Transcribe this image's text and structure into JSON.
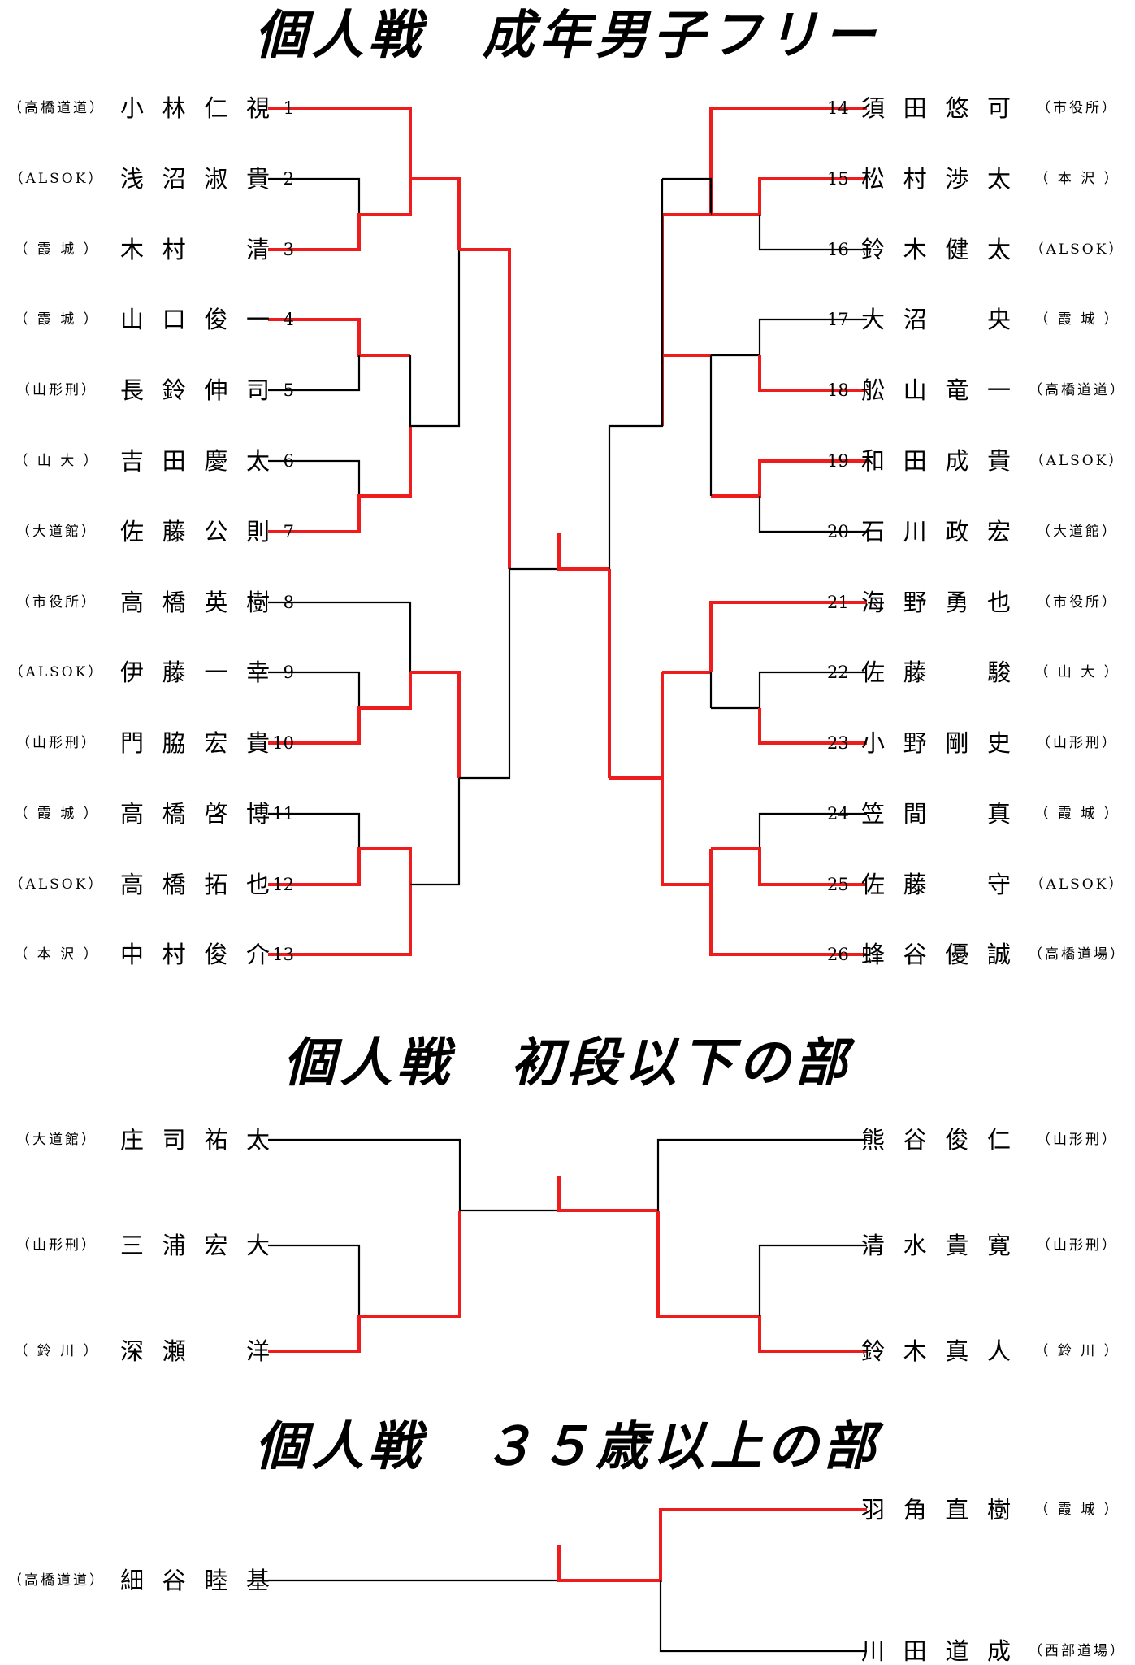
{
  "sections": [
    {
      "title": "個人戦　成年男子フリー",
      "left": [
        {
          "no": "1",
          "name": "小林仁視",
          "affiliation": "（高橋道道）"
        },
        {
          "no": "2",
          "name": "浅沼淑貴",
          "affiliation": "（ALSOK）"
        },
        {
          "no": "3",
          "name": "木村　清",
          "affiliation": "（ 霞 城 ）"
        },
        {
          "no": "4",
          "name": "山口俊一",
          "affiliation": "（ 霞 城 ）"
        },
        {
          "no": "5",
          "name": "長鈴伸司",
          "affiliation": "（山形刑）"
        },
        {
          "no": "6",
          "name": "吉田慶太",
          "affiliation": "（ 山 大 ）"
        },
        {
          "no": "7",
          "name": "佐藤公則",
          "affiliation": "（大道館）"
        },
        {
          "no": "8",
          "name": "高橋英樹",
          "affiliation": "（市役所）"
        },
        {
          "no": "9",
          "name": "伊藤一幸",
          "affiliation": "（ALSOK）"
        },
        {
          "no": "10",
          "name": "門脇宏貴",
          "affiliation": "（山形刑）"
        },
        {
          "no": "11",
          "name": "高橋啓博",
          "affiliation": "（ 霞 城 ）"
        },
        {
          "no": "12",
          "name": "高橋拓也",
          "affiliation": "（ALSOK）"
        },
        {
          "no": "13",
          "name": "中村俊介",
          "affiliation": "（ 本 沢 ）"
        }
      ],
      "right": [
        {
          "no": "14",
          "name": "須田悠可",
          "affiliation": "（市役所）"
        },
        {
          "no": "15",
          "name": "松村渉太",
          "affiliation": "（ 本 沢 ）"
        },
        {
          "no": "16",
          "name": "鈴木健太",
          "affiliation": "（ALSOK）"
        },
        {
          "no": "17",
          "name": "大沼　央",
          "affiliation": "（ 霞 城 ）"
        },
        {
          "no": "18",
          "name": "舩山竜一",
          "affiliation": "（高橋道道）"
        },
        {
          "no": "19",
          "name": "和田成貴",
          "affiliation": "（ALSOK）"
        },
        {
          "no": "20",
          "name": "石川政宏",
          "affiliation": "（大道館）"
        },
        {
          "no": "21",
          "name": "海野勇也",
          "affiliation": "（市役所）"
        },
        {
          "no": "22",
          "name": "佐藤　駿",
          "affiliation": "（ 山 大 ）"
        },
        {
          "no": "23",
          "name": "小野剛史",
          "affiliation": "（山形刑）"
        },
        {
          "no": "24",
          "name": "笠間　真",
          "affiliation": "（ 霞 城 ）"
        },
        {
          "no": "25",
          "name": "佐藤　守",
          "affiliation": "（ALSOK）"
        },
        {
          "no": "26",
          "name": "蜂谷優誠",
          "affiliation": "（高橋道場）"
        }
      ]
    },
    {
      "title": "個人戦　初段以下の部",
      "left": [
        {
          "name": "庄司祐太",
          "affiliation": "（大道館）"
        },
        {
          "name": "三浦宏大",
          "affiliation": "（山形刑）"
        },
        {
          "name": "深瀬　洋",
          "affiliation": "（ 鈴 川 ）"
        }
      ],
      "right": [
        {
          "name": "熊谷俊仁",
          "affiliation": "（山形刑）"
        },
        {
          "name": "清水貴寛",
          "affiliation": "（山形刑）"
        },
        {
          "name": "鈴木真人",
          "affiliation": "（ 鈴 川 ）"
        }
      ]
    },
    {
      "title": "個人戦　３５歳以上の部",
      "left": [
        {
          "name": "細谷睦基",
          "affiliation": "（高橋道道）"
        }
      ],
      "right": [
        {
          "name": "羽角直樹",
          "affiliation": "（ 霞 城 ）"
        },
        {
          "name": "川田道成",
          "affiliation": "（西部道場）"
        }
      ]
    }
  ],
  "colors": {
    "winner_line": "#ee1c1c",
    "normal_line": "#000000"
  }
}
